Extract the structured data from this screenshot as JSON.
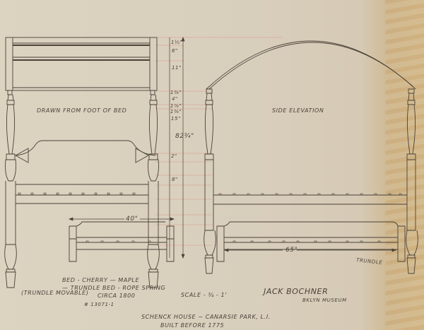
{
  "drawing": {
    "views": {
      "front": {
        "title": "DRAWN FROM FOOT OF BED"
      },
      "side": {
        "title": "SIDE ELEVATION"
      }
    },
    "dimensions": {
      "overall_height": "82¾\"",
      "headboard_segments": [
        "1½\"",
        "6\"",
        "1½\"",
        "11\"",
        "1⅜\"",
        "4\"",
        "1⅞\"",
        "1⅜\"",
        "15\""
      ],
      "lower_segments": [
        "2\"",
        "8\""
      ],
      "trundle_width": "40\"",
      "trundle_length": "65\""
    },
    "labels": {
      "trundle": "TRUNDLE"
    },
    "caption": {
      "line1": "BED - CHERRY — MAPLE",
      "line2": "— TRUNDLE BED - ROPE SPRING",
      "line3_left": "(TRUNDLE MOVABLE)",
      "line3": "CIRCA 1800",
      "line4": "# 13071-1",
      "scale": "SCALE - ¾ - 1'",
      "artist": "JACK BOCHNER",
      "institution": "BKLYN MUSEUM",
      "location": "SCHENCK HOUSE ~ CANARSIE PARK, L.I.",
      "built": "BUILT BEFORE 1775"
    }
  }
}
